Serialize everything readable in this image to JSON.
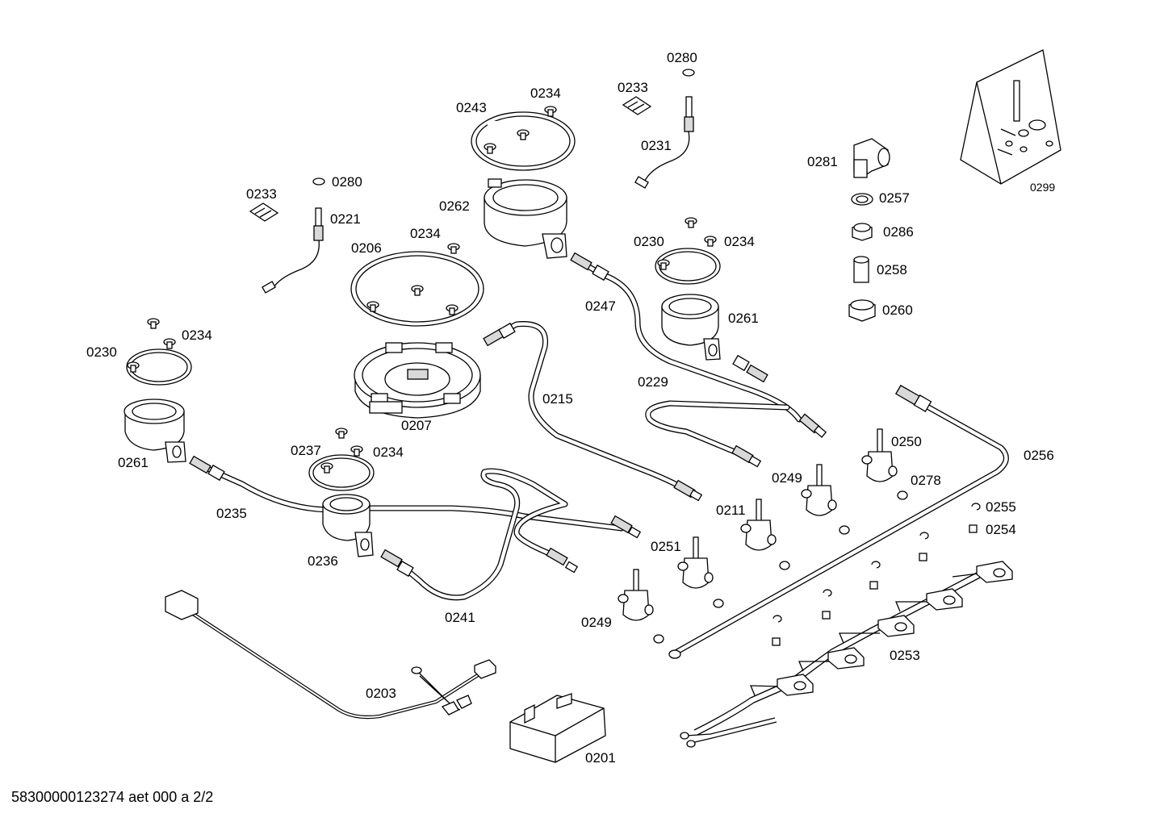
{
  "document_code": "58300000123274 aet 000 a 2/2",
  "callouts": {
    "c0280a": "0280",
    "c0233a": "0233",
    "c0231": "0231",
    "c0234a": "0234",
    "c0243": "0243",
    "c0262": "0262",
    "c0233b": "0233",
    "c0280b": "0280",
    "c0221": "0221",
    "c0206": "0206",
    "c0234b": "0234",
    "c0230a": "0230",
    "c0234c": "0234",
    "c0247": "0247",
    "c0261a": "0261",
    "c0230b": "0230",
    "c0234d": "0234",
    "c0261b": "0261",
    "c0215": "0215",
    "c0207": "0207",
    "c0229": "0229",
    "c0237": "0237",
    "c0234e": "0234",
    "c0235": "0235",
    "c0236": "0236",
    "c0241": "0241",
    "c0249a": "0249",
    "c0211": "0211",
    "c0250": "0250",
    "c0278": "0278",
    "c0256": "0256",
    "c0255": "0255",
    "c0254": "0254",
    "c0251": "0251",
    "c0249b": "0249",
    "c0253": "0253",
    "c0203": "0203",
    "c0201": "0201",
    "c0281": "0281",
    "c0257": "0257",
    "c0286": "0286",
    "c0258": "0258",
    "c0260": "0260",
    "c0299": "0299"
  }
}
